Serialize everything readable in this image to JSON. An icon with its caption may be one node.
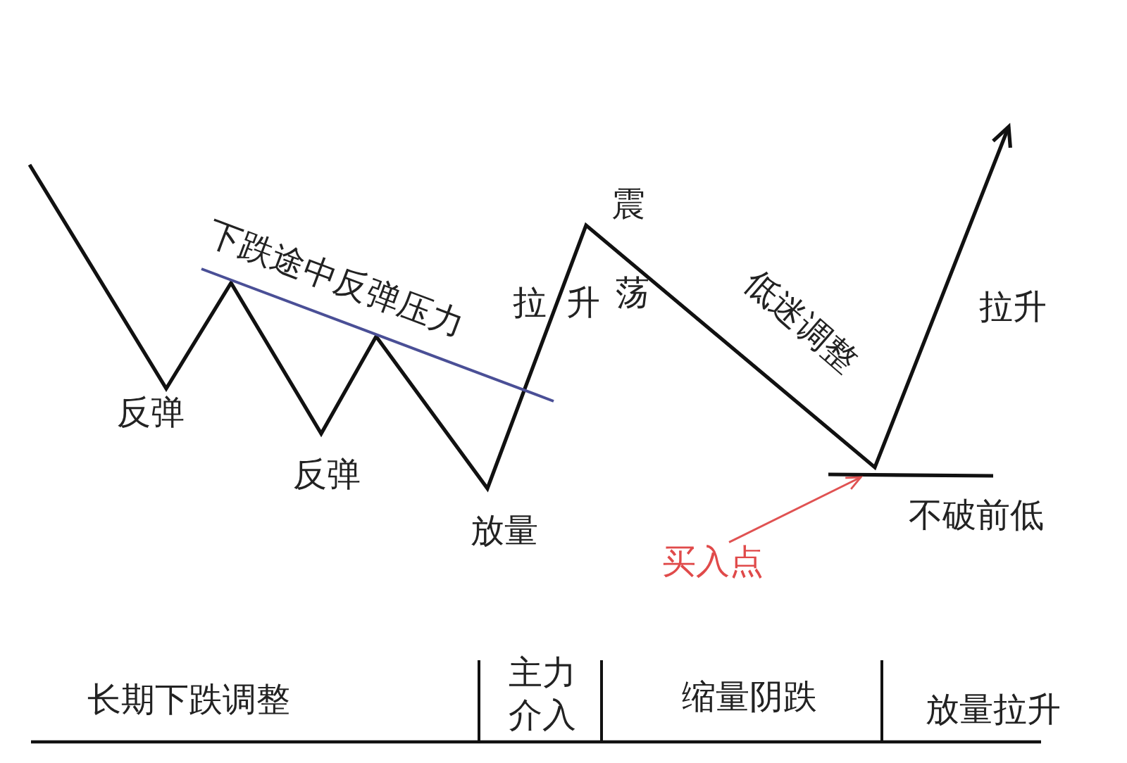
{
  "diagram": {
    "nodes": [
      {
        "text": [
          "买入点"
        ]
      },
      {
        "text": [],
        "shape": "line"
      }
    ],
    "edges": [
      {
        "from": 0,
        "to": 1,
        "arrow": "to",
        "color": "#e05252"
      }
    ],
    "labels": [
      "下跌途中反弹压力",
      "反弹",
      "反弹",
      "放量",
      "拉升",
      "震",
      "荡",
      "低迷调整",
      "拉升",
      "不破前低",
      "长期下跌调整",
      "主力介入",
      "缩量阴跌",
      "放量拉升"
    ]
  }
}
